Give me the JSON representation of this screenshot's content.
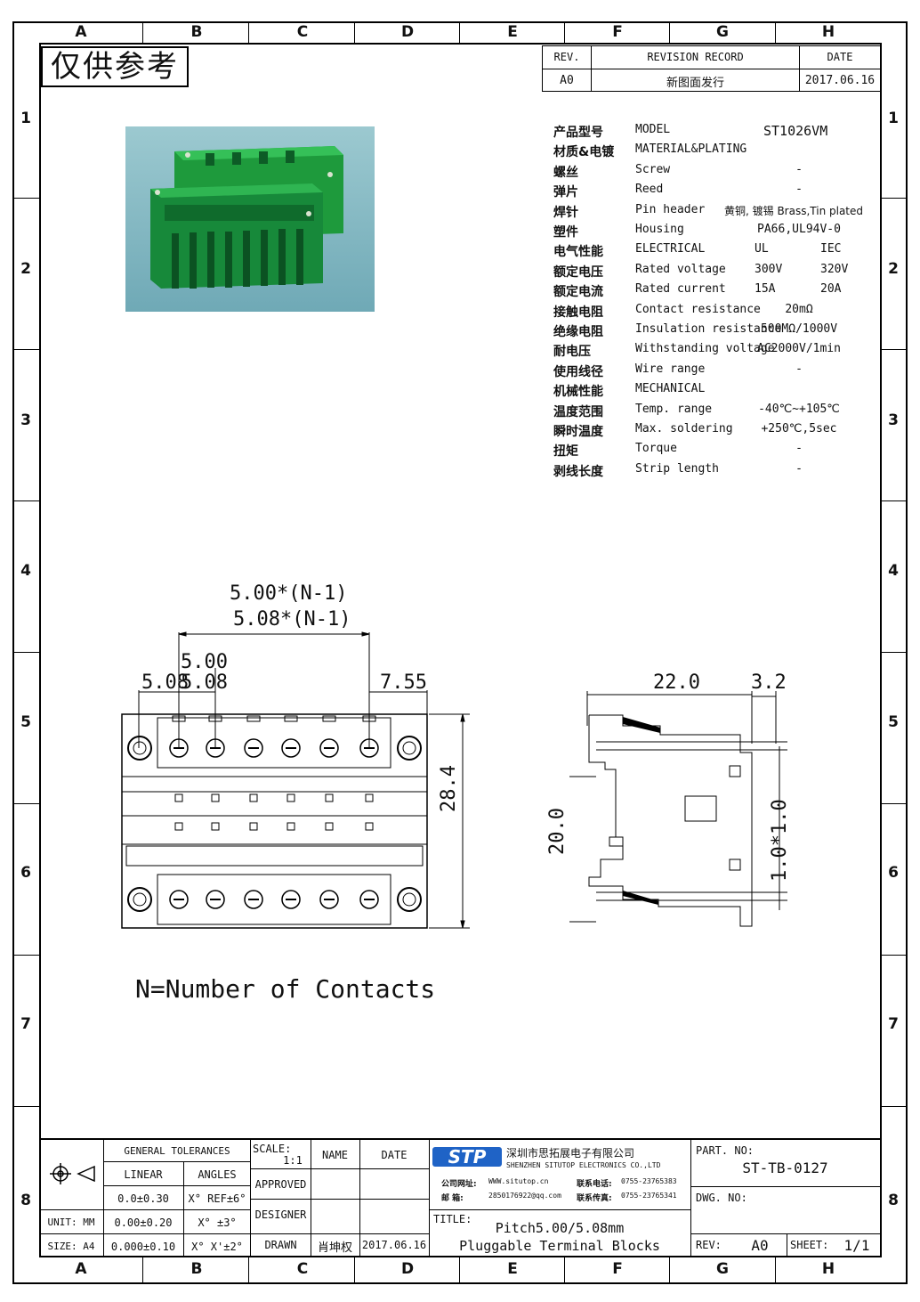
{
  "columns": [
    "A",
    "B",
    "C",
    "D",
    "E",
    "F",
    "G",
    "H"
  ],
  "rows": [
    "1",
    "2",
    "3",
    "4",
    "5",
    "6",
    "7",
    "8"
  ],
  "stamp": "仅供参考",
  "revision": {
    "rev_label": "REV.",
    "record_label": "REVISION RECORD",
    "date_label": "DATE",
    "rev": "A0",
    "record": "新图面发行",
    "date": "2017.06.16"
  },
  "specs": [
    {
      "cn": "产品型号",
      "en": "MODEL",
      "v": "ST1026VM"
    },
    {
      "cn": "材质&电镀",
      "en": "MATERIAL&PLATING",
      "v": ""
    },
    {
      "cn": "螺丝",
      "en": "Screw",
      "v": "-"
    },
    {
      "cn": "弹片",
      "en": "Reed",
      "v": "-"
    },
    {
      "cn": "焊针",
      "en": "Pin header",
      "v": "黄铜, 镀锡 Brass,Tin plated"
    },
    {
      "cn": "塑件",
      "en": "Housing",
      "v": "PA66,UL94V-0"
    },
    {
      "cn": "电气性能",
      "en": "ELECTRICAL",
      "v": "UL",
      "v2": "IEC"
    },
    {
      "cn": "额定电压",
      "en": "Rated voltage",
      "v": "300V",
      "v2": "320V"
    },
    {
      "cn": "额定电流",
      "en": "Rated current",
      "v": "15A",
      "v2": "20A"
    },
    {
      "cn": "接触电阻",
      "en": "Contact resistance",
      "v": "20mΩ"
    },
    {
      "cn": "绝缘电阻",
      "en": "Insulation resistance",
      "v": "500MΩ/1000V"
    },
    {
      "cn": "耐电压",
      "en": "Withstanding voltage",
      "v": "AC2000V/1min"
    },
    {
      "cn": "使用线径",
      "en": "Wire range",
      "v": "-"
    },
    {
      "cn": "机械性能",
      "en": "MECHANICAL",
      "v": ""
    },
    {
      "cn": "温度范围",
      "en": "Temp. range",
      "v": "-40℃~+105℃"
    },
    {
      "cn": "瞬时温度",
      "en": "Max. soldering",
      "v": "+250℃,5sec"
    },
    {
      "cn": "扭矩",
      "en": "Torque",
      "v": "-"
    },
    {
      "cn": "剥线长度",
      "en": "Strip length",
      "v": "-"
    }
  ],
  "dims": {
    "pitch_a": "5.00*(N-1)",
    "pitch_b": "5.08*(N-1)",
    "p1": "5.00",
    "p2": "5.08",
    "p3": "5.08",
    "edge": "7.55",
    "height": "28.4",
    "side_len": "22.0",
    "side_pin": "3.2",
    "side_h": "20.0",
    "side_pin_w": "1.0*1.0"
  },
  "note": "N=Number of Contacts",
  "title_block": {
    "general_tol": "GENERAL TOLERANCES",
    "linear": "LINEAR",
    "angles": "ANGLES",
    "t1": "0.0±0.30",
    "a1": "X° REF±6°",
    "t2": "0.00±0.20",
    "a2": "X° ±3°",
    "t3": "0.000±0.10",
    "a3": "X° X'±2°",
    "unit": "UNIT: MM",
    "size": "SIZE: A4",
    "scale_label": "SCALE:",
    "scale": "1:1",
    "name": "NAME",
    "date": "DATE",
    "approved": "APPROVED",
    "designer": "DESIGNER",
    "drawn": "DRAWN",
    "drawn_name": "肖坤权",
    "drawn_date": "2017.06.16",
    "company_cn": "深圳市思拓展电子有限公司",
    "company_en": "SHENZHEN SITUTOP ELECTRONICS CO.,LTD",
    "web_label": "公司网址:",
    "web": "WWW.situtop.cn",
    "mail_label": "邮   箱:",
    "mail": "2850176922@qq.com",
    "tel_label": "联系电话:",
    "tel": "0755-23765383",
    "fax_label": "联系传真:",
    "fax": "0755-23765341",
    "title_label": "TITLE:",
    "title1": "Pitch5.00/5.08mm",
    "title2": "Pluggable Terminal Blocks",
    "part_label": "PART. NO:",
    "part": "ST-TB-0127",
    "dwg_label": "DWG. NO:",
    "rev_label": "REV:",
    "rev": "A0",
    "sheet_label": "SHEET:",
    "sheet": "1/1",
    "logo": "STP"
  }
}
